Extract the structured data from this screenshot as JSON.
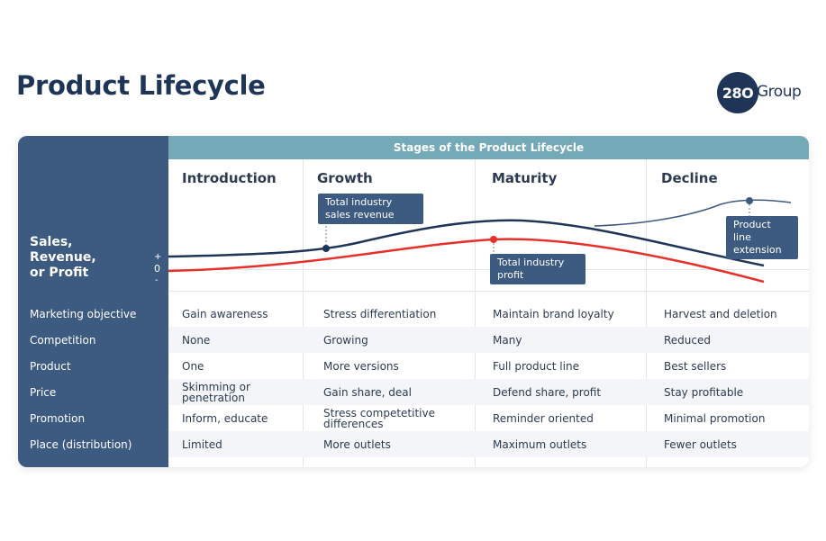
{
  "title": "Product Lifecycle",
  "logo": {
    "mark": "28O",
    "text": "Group"
  },
  "header": "Stages of the Product Lifecycle",
  "y_axis_label": [
    "Sales,",
    "Revenue,",
    "or Profit"
  ],
  "axis_marks": {
    "plus": "+",
    "zero": "0",
    "minus": "-"
  },
  "stages": [
    "Introduction",
    "Growth",
    "Maturity",
    "Decline"
  ],
  "callouts": {
    "sales": [
      "Total industry",
      "sales revenue"
    ],
    "profit": [
      "Total industry",
      "profit"
    ],
    "extension": [
      "Product line",
      "extension"
    ]
  },
  "colors": {
    "navy": "#1f3558",
    "sidebar": "#3d5a80",
    "header": "#74a9b8",
    "profit_line": "#e8302a",
    "extension_line": "#3d5a80"
  },
  "rows": [
    {
      "label": "Marketing objective",
      "cells": [
        "Gain awareness",
        "Stress differentiation",
        "Maintain brand loyalty",
        "Harvest and deletion"
      ]
    },
    {
      "label": "Competition",
      "cells": [
        "None",
        "Growing",
        "Many",
        "Reduced"
      ]
    },
    {
      "label": "Product",
      "cells": [
        "One",
        "More versions",
        "Full product line",
        "Best sellers"
      ]
    },
    {
      "label": "Price",
      "cells": [
        "Skimming or\npenetration",
        "Gain share, deal",
        "Defend share, profit",
        "Stay profitable"
      ]
    },
    {
      "label": "Promotion",
      "cells": [
        "Inform, educate",
        "Stress competetitive\ndifferences",
        "Reminder oriented",
        "Minimal promotion"
      ]
    },
    {
      "label": "Place (distribution)",
      "cells": [
        "Limited",
        "More outlets",
        "Maximum outlets",
        "Fewer outlets"
      ]
    }
  ]
}
